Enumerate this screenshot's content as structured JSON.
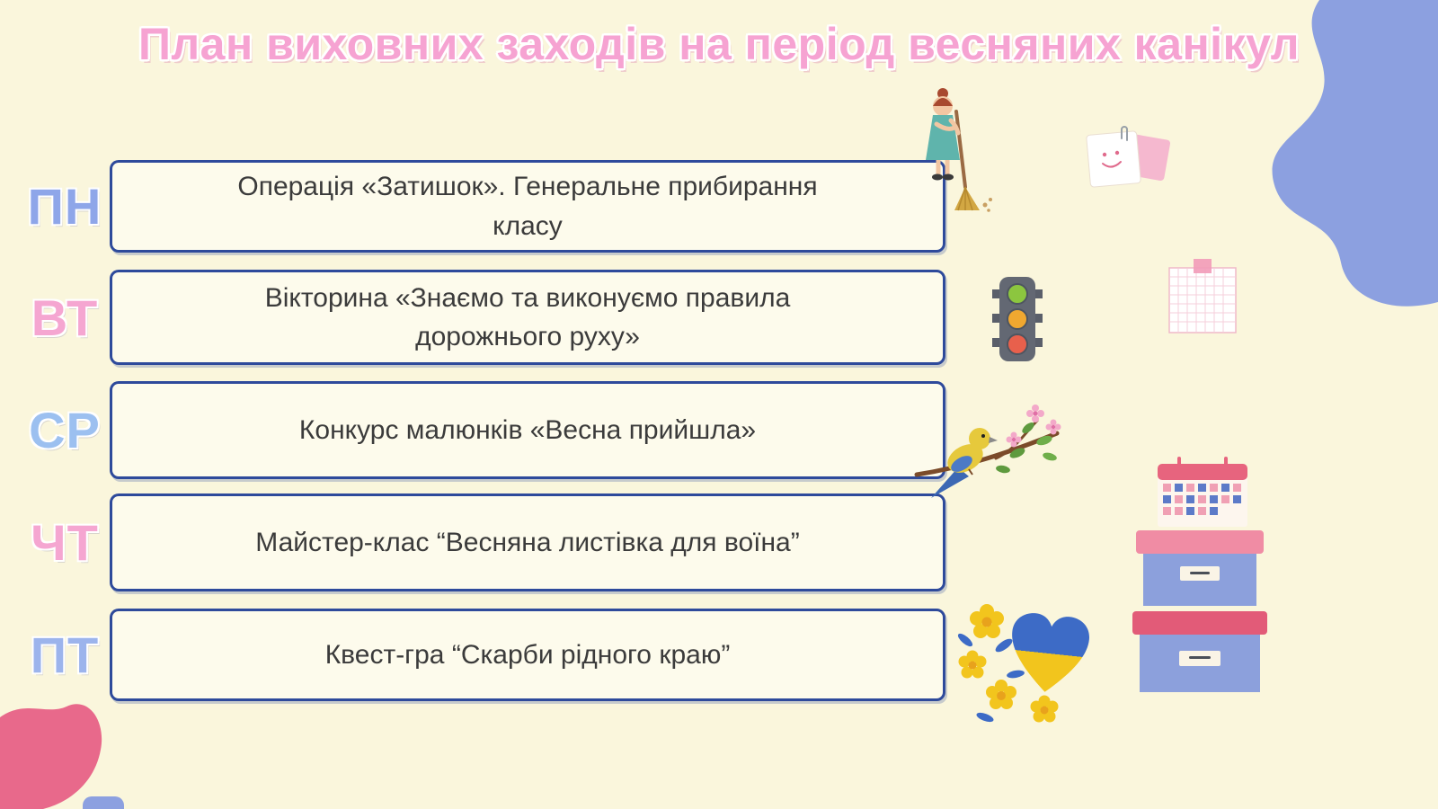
{
  "page": {
    "title": "План виховних заходів на період весняних канікул"
  },
  "schedule": {
    "rows": [
      {
        "day": "ПН",
        "day_color": "#8EA6E9",
        "text": "Операція «Затишок».  Генеральне прибирання\nкласу"
      },
      {
        "day": "ВТ",
        "day_color": "#F5A6D1",
        "text": "Вікторина «Знаємо та виконуємо правила\nдорожнього руху»"
      },
      {
        "day": "СР",
        "day_color": "#9CC0F0",
        "text": "Конкурс малюнків  «Весна прийшла»"
      },
      {
        "day": "ЧТ",
        "day_color": "#F5A6D1",
        "text": "Майстер-клас “Весняна листівка для воїна”"
      },
      {
        "day": "ПТ",
        "day_color": "#9CB4EC",
        "text": "Квест-гра “Скарби рідного краю”"
      }
    ]
  },
  "colors": {
    "background": "#FAF6DC",
    "title_pink": "#F6A3D2",
    "day_blue": "#8EA6E9",
    "day_pink": "#F5A6D1",
    "box_border": "#2E4A9B",
    "box_fill": "#FDFBEC",
    "blob_blue": "#8CA0E0",
    "blob_pink": "#E8698B",
    "ukraine_blue": "#3D6BC6",
    "ukraine_yellow": "#F2C51D"
  },
  "decorations": {
    "girl_with_broom": "girl-sweeping-illustration",
    "sticky_notes": "sticky-notes-with-smiley",
    "traffic_light": "traffic-light",
    "grid_note": "checkered-note-paper",
    "bird_on_branch": "bird-on-blossom-branch",
    "calendar": "spring-calendar",
    "storage_boxes": "stacked-storage-boxes",
    "flowers_heart": "flowers-and-ukraine-heart"
  }
}
